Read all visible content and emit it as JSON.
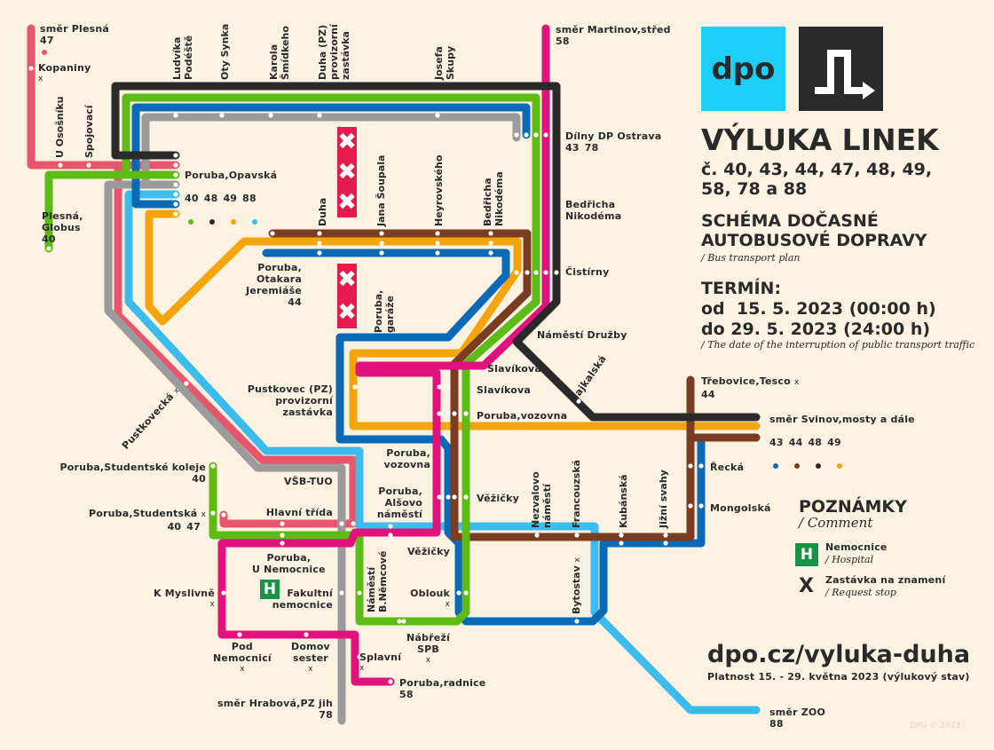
{
  "header": {
    "logo_text": "dpo",
    "title": "VÝLUKA LINEK",
    "lines_1": "č. 40, 43, 44, 47, 48, 49,",
    "lines_2": "58, 78 a 88",
    "scheme_1": "SCHÉMA DOČASNÉ",
    "scheme_2": "AUTOBUSOVÉ DOPRAVY",
    "scheme_en": "/ Bus transport plan",
    "term_label": "TERMÍN:",
    "term_from": "od  15. 5. 2023 (00:00 h)",
    "term_to": "do 29. 5. 2023 (24:00 h)",
    "term_en": "/ The date of the interruption of public transport traffic"
  },
  "notes": {
    "title": "POZNÁMKY",
    "title_en": "/ Comment",
    "hospital_symbol": "H",
    "hospital": "Nemocnice",
    "hospital_en": "/ Hospital",
    "request_symbol": "X",
    "request": "Zastávka na znamení",
    "request_en": "/ Request stop"
  },
  "footer": {
    "url": "dpo.cz/vyluka-duha",
    "validity": "Platnost 15. - 29. května 2023 (výlukový stav)",
    "copyright": "DPO © 2023"
  },
  "colors": {
    "l40": "#5cbb14",
    "l43": "#0a6ab8",
    "l44": "#7a3d22",
    "l47": "#e8566e",
    "l48": "#2a2a2a",
    "l49": "#f5a50c",
    "l58": "#e0127c",
    "l78": "#9b9b9b",
    "l88": "#3bbcec",
    "closed": "#e21c4c",
    "hospital": "#1a9247"
  },
  "stops": {
    "smer_plesna": "směr Plesná",
    "smer_plesna_l": "47",
    "kopaniny": "Kopaniny",
    "opavska": "Poruba,Opavská",
    "opavska_l": [
      "40",
      "48",
      "49",
      "88"
    ],
    "plesna_globus": "Plesná,\nGlobus",
    "plesna_globus_l": "40",
    "smer_martinov": "směr Martinov,střed",
    "smer_martinov_l": "58",
    "dilny": "Dílny DP Ostrava",
    "dilny_l": [
      "43",
      "78"
    ],
    "nikodema_r": "Bedřicha\nNikodéma",
    "cistirny": "Čistírny",
    "jeremiase": "Poruba,\nOtakara\nJeremiáše",
    "jeremiase_l": "44",
    "druzby": "Náměstí Družby",
    "slavikova1": "Slavíkova",
    "slavikova2": "Slavíkova",
    "pustkovec": "Pustkovec (PZ)\nprovizorní\nzastávka",
    "vozovna_r": "Poruba,vozovna",
    "trebovice": "Třebovice,Tesco",
    "trebovice_l": "44",
    "smer_svinov": "směr Svinov,mosty a dále",
    "smer_svinov_l": [
      "43",
      "44",
      "48",
      "49"
    ],
    "recka": "Řecká",
    "mongolska": "Mongolská",
    "vozovna_l": "Poruba,\nvozovna",
    "alsovo": "Poruba,\nAlšovo\nnáměstí",
    "vezicky1": "Věžičky",
    "vezicky2": "Věžičky",
    "vsb": "VŠB-TUO",
    "hlavni": "Hlavní třída",
    "koleje": "Poruba,Studentské koleje",
    "koleje_l": "40",
    "studentska": "Poruba,Studentská",
    "studentska_l": [
      "40",
      "47"
    ],
    "u_nemocnice": "Poruba,\nU Nemocnice",
    "fakultni": "Fakultní\nnemocnice",
    "myslivne": "K Myslivně",
    "oblouk": "Oblouk",
    "nabrezi": "Nábřeží\nSPB",
    "pod_nemocnici": "Pod\nNemocnicí",
    "domov": "Domov\nsester",
    "splavni": "Splavní",
    "radnice": "Poruba,radnice",
    "radnice_l": "58",
    "hrabova": "směr Hrabová,PZ jih",
    "hrabova_l": "78",
    "zoo": "směr ZOO",
    "zoo_l": "88",
    "pustkovecka": "Pustkovecká",
    "podeste": "Ludvíka\nPodéště",
    "synka": "Oty Synka",
    "smidkeho": "Karola\nŠmídkeho",
    "duha_pz": "Duha (PZ)\nprovizorní\nzastávka",
    "skupy": "Josefa\nSkupy",
    "ososniku": "U Osošníku",
    "spojovaci": "Spojovací",
    "duha": "Duha",
    "soupala": "Jana Šoupala",
    "heyrovskeho": "Heyrovského",
    "nikodema": "Bedřicha\nNikodéma",
    "garaze": "Poruba,\ngaráže",
    "nemcove": "Náměstí\nB.Němcové",
    "nezvalovo": "Nezvalovo\nnáměstí",
    "francouzska": "Francouzská",
    "kubanska": "Kubánská",
    "jizni": "Jižní svahy",
    "bytostav": "Bytostav",
    "bajkalska": "Bajkalská",
    "request_mark": "x"
  }
}
